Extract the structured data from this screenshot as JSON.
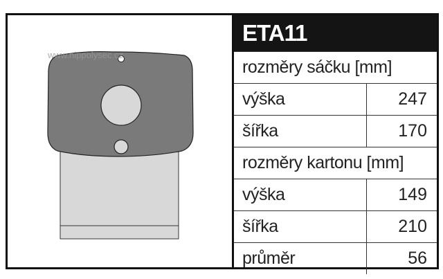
{
  "title": "ETA11",
  "watermark": "www.nippolysec.cz",
  "sections": [
    {
      "heading": "rozměry sáčku [mm]",
      "rows": [
        {
          "label": "výška",
          "value": "247"
        },
        {
          "label": "šířka",
          "value": "170"
        }
      ]
    },
    {
      "heading": "rozměry kartonu [mm]",
      "rows": [
        {
          "label": "výška",
          "value": "149"
        },
        {
          "label": "šířka",
          "value": "210"
        },
        {
          "label": "průměr",
          "value": "56"
        }
      ]
    }
  ]
}
